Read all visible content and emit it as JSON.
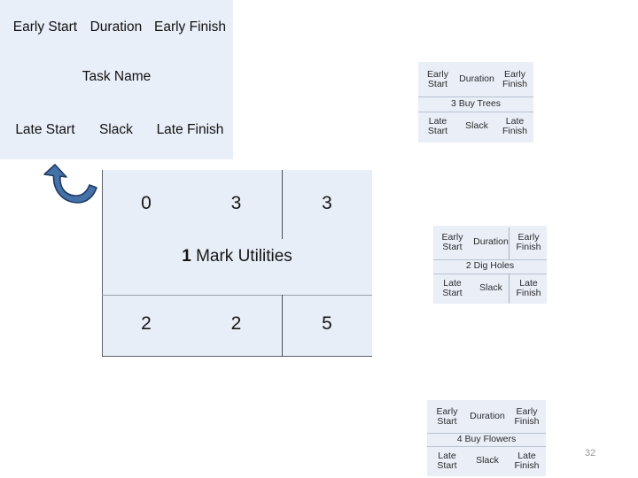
{
  "legend": {
    "name": "task-node-legend",
    "top_row": [
      "Early Start",
      "Duration",
      "Early Finish"
    ],
    "middle_row": "Task Name",
    "bottom_row": [
      "Late Start",
      "Slack",
      "Late Finish"
    ],
    "background_color": "#e9eff8"
  },
  "arrow": {
    "name": "curved-callout-arrow",
    "direction": "up-left",
    "fill_color": "#4472a8",
    "stroke_color": "#1f3864"
  },
  "main_node": {
    "name": "mark-utilities-task-node",
    "index": "1",
    "task_name": "Mark Utilities",
    "early_start": "0",
    "duration": "3",
    "early_finish": "3",
    "late_start": "2",
    "slack": "2",
    "late_finish": "5",
    "background_color": "#e8eef7",
    "border_color": "#5a5f66"
  },
  "nodes": [
    {
      "name": "buy-trees-node",
      "index": "3",
      "task_name": "3 Buy Trees",
      "top_row": [
        "Early\nStart",
        "Duration",
        "Early\nFinish"
      ],
      "bottom_row": [
        "Late Start",
        "Slack",
        "Late\nFinish"
      ],
      "background_color": "#e9eef7"
    },
    {
      "name": "dig-holes-node",
      "index": "2",
      "task_name": "2 Dig Holes",
      "top_row": [
        "Early\nStart",
        "Duration",
        "Early\nFinish"
      ],
      "bottom_row": [
        "Late Start",
        "Slack",
        "Late\nFinish"
      ],
      "background_color": "#e9eef7"
    },
    {
      "name": "buy-flowers-node",
      "index": "4",
      "task_name": "4 Buy Flowers",
      "top_row": [
        "Early\nStart",
        "Duration",
        "Early\nFinish"
      ],
      "bottom_row": [
        "Late Start",
        "Slack",
        "Late\nFinish"
      ],
      "background_color": "#e9eef7"
    }
  ],
  "page_number": "32"
}
